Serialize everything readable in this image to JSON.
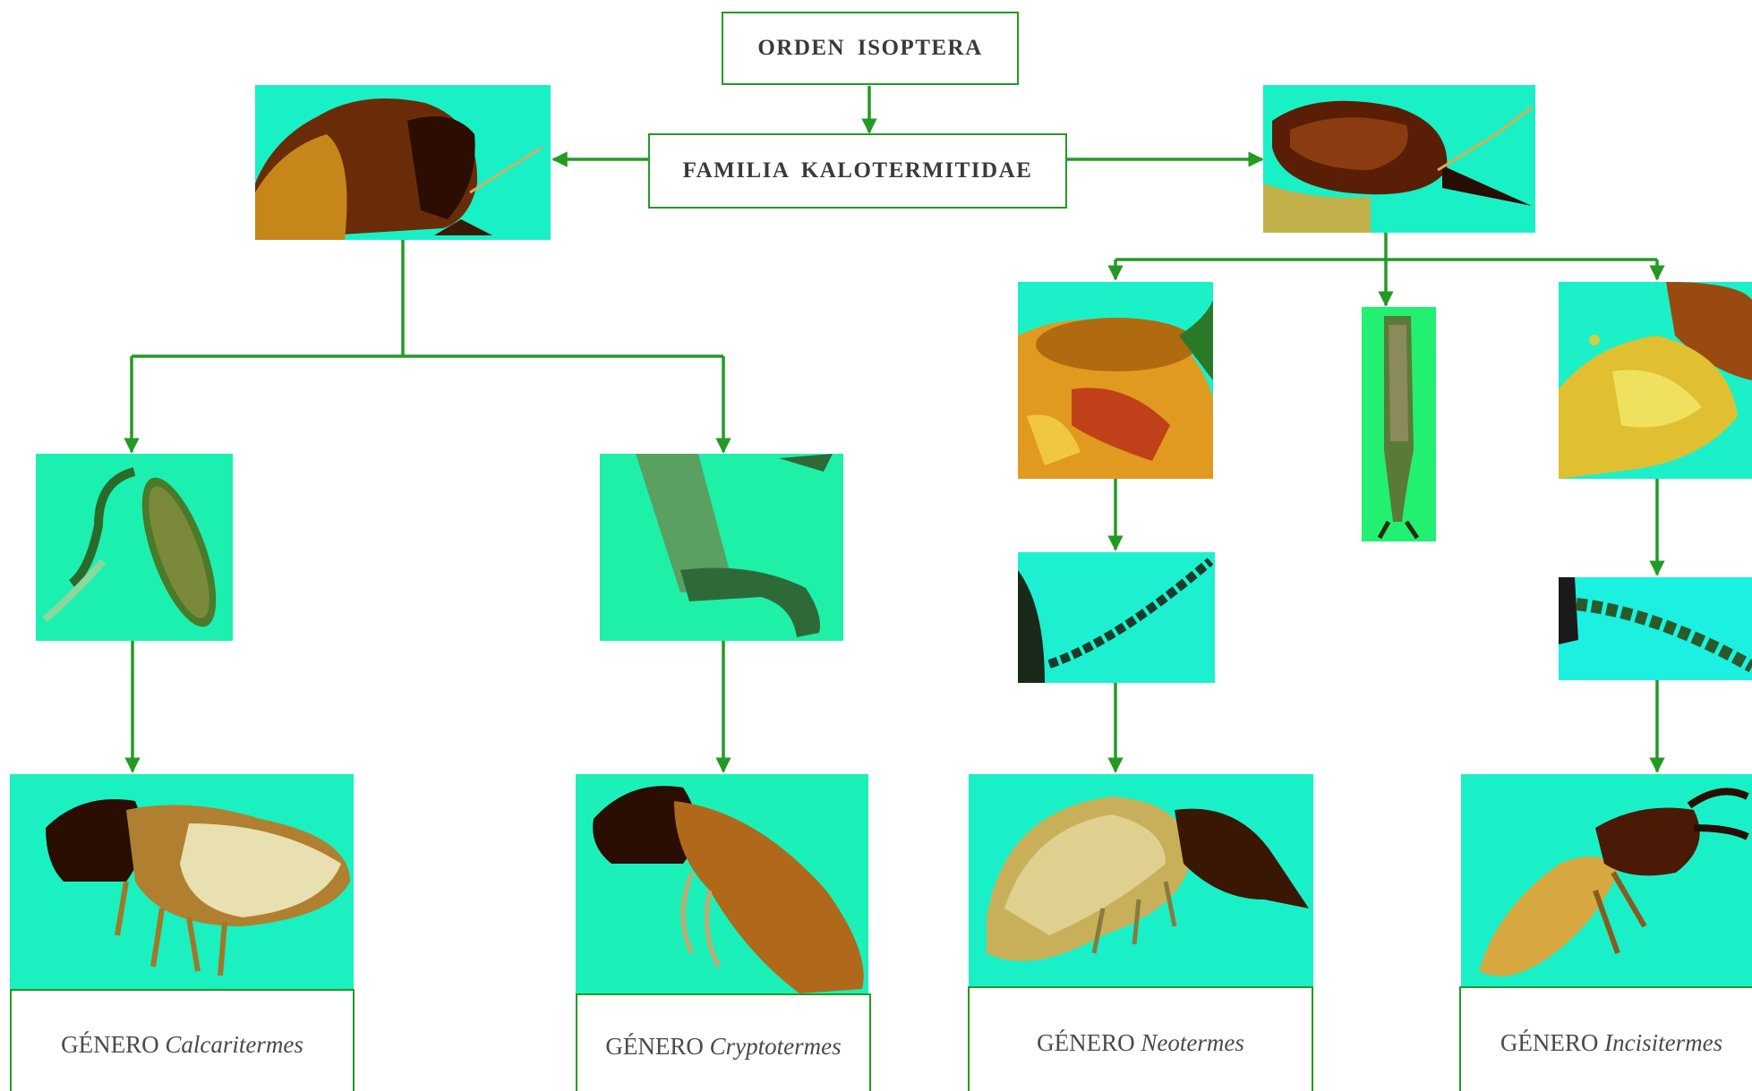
{
  "order_label": "ORDEN  ISOPTERA",
  "family_label": "FAMILIA  KALOTERMITIDAE",
  "genera": [
    {
      "prefix": "GÉNERO",
      "name": "Calcaritermes"
    },
    {
      "prefix": "GÉNERO",
      "name": "Cryptotermes"
    },
    {
      "prefix": "GÉNERO",
      "name": "Neotermes"
    },
    {
      "prefix": "GÉNERO",
      "name": "Incisitermes"
    }
  ],
  "colors": {
    "line": "#249a24",
    "photo_background": "#18f0c4",
    "box_border": "#249a24"
  }
}
